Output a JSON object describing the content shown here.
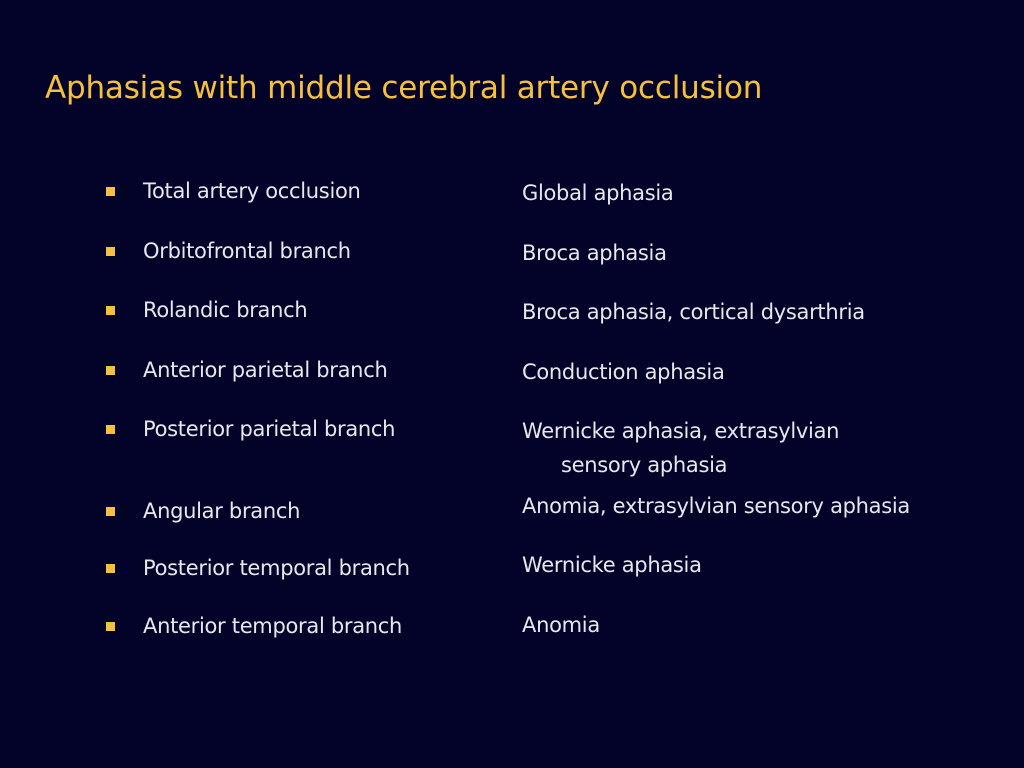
{
  "slide": {
    "title": "Aphasias with middle cerebral artery occlusion",
    "rows": [
      {
        "branch": "Total artery occlusion",
        "aphasia": "Global aphasia",
        "aphasia_cont": ""
      },
      {
        "branch": "Orbitofrontal branch",
        "aphasia": "Broca aphasia",
        "aphasia_cont": ""
      },
      {
        "branch": "Rolandic branch",
        "aphasia": "Broca aphasia, cortical dysarthria",
        "aphasia_cont": ""
      },
      {
        "branch": "Anterior parietal branch",
        "aphasia": "Conduction aphasia",
        "aphasia_cont": ""
      },
      {
        "branch": "Posterior parietal branch",
        "aphasia": "Wernicke aphasia, extrasylvian",
        "aphasia_cont": "sensory aphasia"
      },
      {
        "branch": "Angular branch",
        "aphasia": "Anomia, extrasylvian sensory aphasia",
        "aphasia_cont": ""
      },
      {
        "branch": "Posterior temporal branch",
        "aphasia": "Wernicke aphasia",
        "aphasia_cont": ""
      },
      {
        "branch": "Anterior temporal branch",
        "aphasia": "Anomia",
        "aphasia_cont": ""
      }
    ],
    "colors": {
      "background": "#03032a",
      "title": "#f5c13d",
      "bullet": "#f5c13d",
      "text": "#e8e8ec"
    }
  }
}
